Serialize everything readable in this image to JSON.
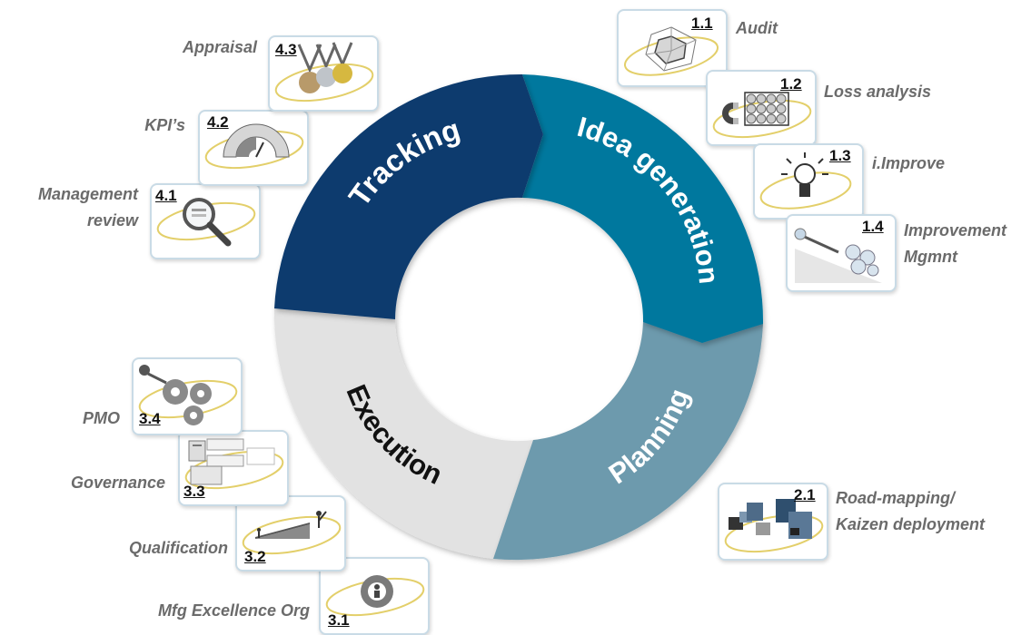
{
  "phases": {
    "tracking": "Tracking",
    "idea_generation": "Idea generation",
    "planning": "Planning",
    "execution": "Execution"
  },
  "colors": {
    "tracking": "#0d3b6e",
    "idea_generation": "#06789e",
    "planning": "#6d9aad",
    "execution": "#e2e2e2"
  },
  "steps": {
    "s11": {
      "num": "1.1",
      "label": "Audit",
      "icon": "radar-chart-icon"
    },
    "s12": {
      "num": "1.2",
      "label": "Loss analysis",
      "icon": "magnet-icon"
    },
    "s13": {
      "num": "1.3",
      "label": "i.Improve",
      "icon": "lightbulb-icon"
    },
    "s14": {
      "num": "1.4",
      "label1": "Improvement",
      "label2": "Mgmnt",
      "icon": "gears-slope-icon"
    },
    "s21": {
      "num": "2.1",
      "label1": "Road-mapping/",
      "label2": "Kaizen deployment",
      "icon": "puzzle-icon"
    },
    "s31": {
      "num": "3.1",
      "label": "Mfg Excellence Org",
      "icon": "org-circle-icon"
    },
    "s32": {
      "num": "3.2",
      "label": "Qualification",
      "icon": "stairs-icon"
    },
    "s33": {
      "num": "3.3",
      "label": "Governance",
      "icon": "documents-icon"
    },
    "s34": {
      "num": "3.4",
      "label": "PMO",
      "icon": "cogs-icon"
    },
    "s41": {
      "num": "4.1",
      "label1": "Management",
      "label2": "review",
      "icon": "magnifier-icon"
    },
    "s42": {
      "num": "4.2",
      "label": "KPI’s",
      "icon": "gauge-icon"
    },
    "s43": {
      "num": "4.3",
      "label": "Appraisal",
      "icon": "medals-icon"
    }
  }
}
